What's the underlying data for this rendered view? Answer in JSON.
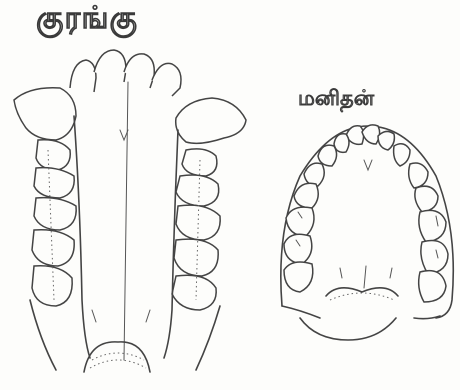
{
  "labels": {
    "monkey": "குரங்கு",
    "human": "மனிதன்"
  },
  "icons": {
    "monkey_jaw": "monkey-upper-jaw-drawing",
    "human_jaw": "human-upper-jaw-drawing"
  },
  "colors": {
    "ink": "#444444",
    "paper": "#fdfdfb"
  }
}
